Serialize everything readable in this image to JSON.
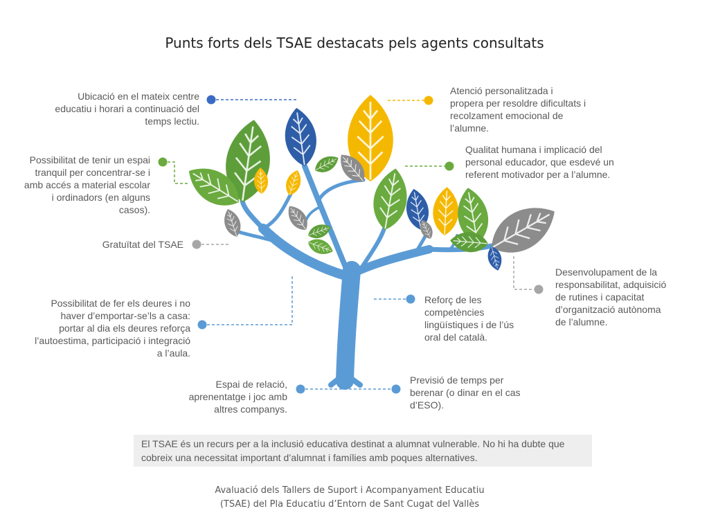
{
  "title": "Punts forts dels TSAE destacats pels agents consultats",
  "items": [
    {
      "text": "Ubicació en el mateix centre educatiu i horari a continuació del temps lectiu.",
      "color": "#3a6bc4"
    },
    {
      "text": "Possibilitat de tenir un espai tranquil per concentrar-se i amb accés a material escolar i ordinadors (en alguns casos).",
      "color": "#6aaa3f"
    },
    {
      "text": "Gratuïtat del TSAE",
      "color": "#a6a6a6"
    },
    {
      "text": "Possibilitat de fer els deures i no haver d’emportar-se’ls a casa: portar al dia els deures reforça l’autoestima, participació i integració a l’aula.",
      "color": "#5b9bd5"
    },
    {
      "text": "Espai de relació, aprenentatge i joc amb altres companys.",
      "color": "#5b9bd5"
    },
    {
      "text": "Previsió de temps per berenar (o dinar en el cas d’ESO).",
      "color": "#5b9bd5"
    },
    {
      "text": "Reforç de les competències lingüístiques i de l’ús oral del català.",
      "color": "#5b9bd5"
    },
    {
      "text": "Desenvolupament de la responsabilitat, adquisició de rutines i capacitat d’organització autònoma de l’alumne.",
      "color": "#a6a6a6"
    },
    {
      "text": "Atenció personalitzada i propera per resoldre dificultats i recolzament emocional de l’alumne.",
      "color": "#f5b800"
    },
    {
      "text": "Qualitat humana i implicació del personal educador, que esdevé un referent motivador per a l’alumne.",
      "color": "#6aaa3f"
    }
  ],
  "note": "El TSAE és un recurs per a la inclusió educativa destinat a alumnat vulnerable. No hi ha dubte que cobreix una necessitat important d’alumnat i famílies amb poques alternatives.",
  "caption_line1": "Avaluació dels Tallers de Suport i Acompanyament Educatiu",
  "caption_line2": "(TSAE) del Pla Educatiu d’Entorn de Sant Cugat del Vallès"
}
